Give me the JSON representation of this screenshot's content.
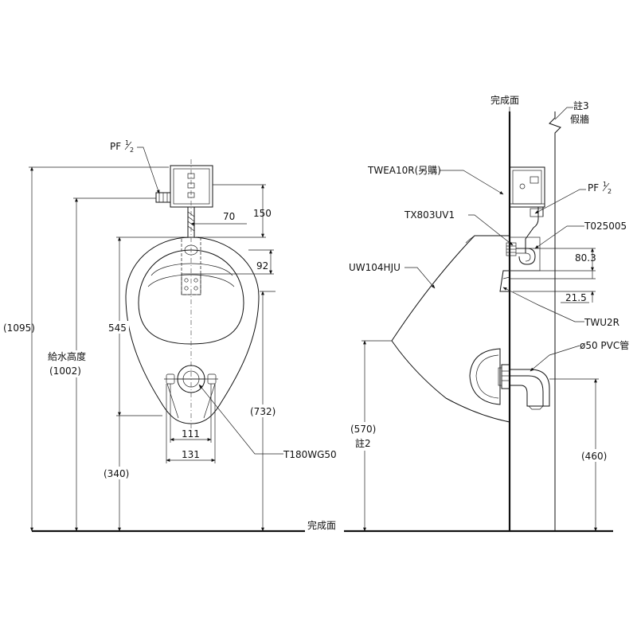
{
  "labels": {
    "pf_left": "PF",
    "pf_right": "PF",
    "half_num": "1",
    "half_den": "2",
    "dim_70": "70",
    "dim_150": "150",
    "dim_92": "92",
    "dim_545": "545",
    "dim_1095": "(1095)",
    "supply_height": "給水高度",
    "dim_1002": "(1002)",
    "dim_732": "(732)",
    "dim_111": "111",
    "dim_131": "131",
    "dim_340": "(340)",
    "t180": "T180WG50",
    "floor_finish": "完成面",
    "wall_finish": "完成面",
    "note3": "註3",
    "false_wall": "假牆",
    "twea": "TWEA10R(另購)",
    "tx803": "TX803UV1",
    "t025": "T025005",
    "uw104": "UW104HJU",
    "dim_80_3": "80.3",
    "dim_21_5": "21.5",
    "twu2r": "TWU2R",
    "pvc": "ø50 PVC管",
    "dim_570": "(570)",
    "note2": "註2",
    "dim_460": "(460)"
  }
}
